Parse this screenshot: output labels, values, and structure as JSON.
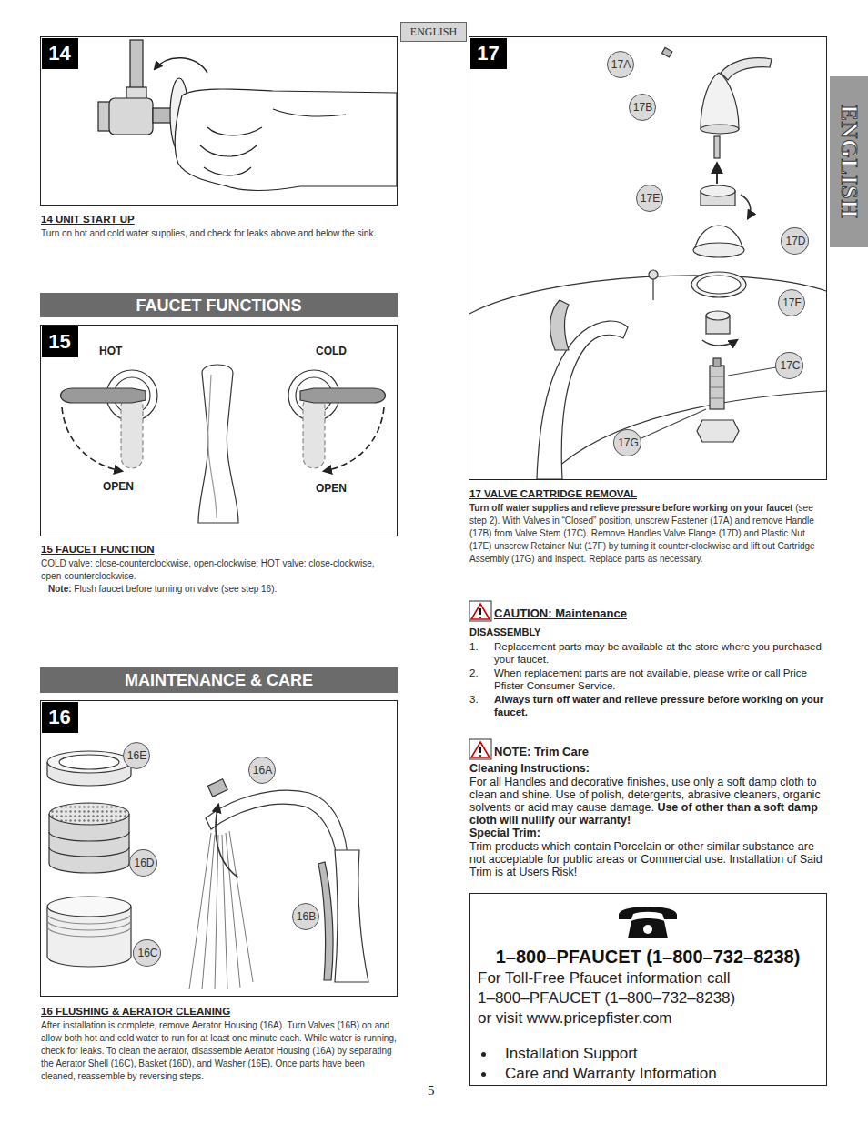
{
  "diagram": {
    "nodes": [
      {
        "text": [
          "ENGLISH"
        ]
      },
      {
        "text": [
          "ENGLISH"
        ]
      },
      {
        "text": [
          "14 UNIT START UP",
          "Turn on hot and cold water supplies, and check for leaks above and below the sink."
        ]
      },
      {
        "text": [
          "14"
        ],
        "in": 2
      },
      {
        "text": [
          "FAUCET FUNCTIONS"
        ]
      },
      {
        "text": [
          "HOT",
          "COLD",
          "OPEN",
          "OPEN",
          "15 FAUCET FUNCTION",
          "COLD valve: close-counterclockwise, open-clockwise; HOT valve: close-clockwise, open-counterclockwise.",
          "Note:",
          "Flush faucet before turning on valve (see step 16)."
        ]
      },
      {
        "text": [
          "15"
        ],
        "in": 5
      },
      {
        "text": [
          "MAINTENANCE & CARE"
        ]
      },
      {
        "text": [
          "16 FLUSHING & AERATOR CLEANING",
          "After installation is complete, remove Aerator Housing (16A). Turn Valves (16B) on and allow both hot and cold water to run for at least one minute each. While water is running, check for leaks. To clean the aerator, disassemble Aerator Housing (16A) by separating the Aerator Shell (16C), Basket (16D), and Washer (16E). Once parts have been cleaned, reassemble by reversing steps."
        ]
      },
      {
        "text": [
          "16"
        ],
        "in": 8
      },
      {
        "text": [
          "16E"
        ],
        "in": 8
      },
      {
        "text": [
          "16A"
        ],
        "in": 8
      },
      {
        "text": [
          "16D"
        ],
        "in": 8
      },
      {
        "text": [
          "16B"
        ],
        "in": 8
      },
      {
        "text": [
          "16C"
        ],
        "in": 8
      },
      {
        "text": [
          "17 VALVE CARTRIDGE REMOVAL",
          "Turn off water supplies and relieve pressure before working on your faucet",
          "(see step 2). With Valves in “Closed” position, unscrew Fastener (17A) and remove Handle (17B) from Valve Stem (17C). Remove Handles Valve Flange (17D) and Plastic Nut (17E) unscrew Retainer Nut (17F) by turning it counter-clockwise and lift out Cartridge Assembly (17G) and inspect. Replace parts as necessary."
        ]
      },
      {
        "text": [
          "17"
        ],
        "in": 15
      },
      {
        "text": [
          "17A"
        ],
        "in": 15
      },
      {
        "text": [
          "17B"
        ],
        "in": 15
      },
      {
        "text": [
          "17E"
        ],
        "in": 15
      },
      {
        "text": [
          "17D"
        ],
        "in": 15
      },
      {
        "text": [
          "17F"
        ],
        "in": 15
      },
      {
        "text": [
          "17C"
        ],
        "in": 15
      },
      {
        "text": [
          "17G"
        ],
        "in": 15
      },
      {
        "text": [
          "1–800–PFAUCET (1–800–732–8238)",
          "For Toll-Free Pfaucet information call",
          "1–800–PFAUCET (1–800–732–8238)",
          "or visit www.pricepfister.com",
          "Installation Support",
          "Care and Warranty Information"
        ]
      }
    ],
    "labels": [
      "5",
      "CAUTION: Maintenance",
      "DISASSEMBLY",
      "1.",
      "Replacement parts may be available at the store where you purchased your faucet.",
      "2.",
      "When replacement parts are not available, please write or call Price Pfister Consumer Service.",
      "3.",
      "Always turn off water and relieve pressure before working on your faucet.",
      "NOTE: Trim Care",
      "Cleaning Instructions:",
      "For all Handles and decorative finishes, use only a soft damp cloth to clean and shine. Use of polish, detergents, abrasive cleaners, organic solvents or acid may cause damage.",
      "Use of other than a soft damp cloth will nullify our warranty!",
      "Special Trim:",
      "Trim products which contain Porcelain or other similar substance are not acceptable for public areas or Commercial use. Installation of Said Trim is at Users Risk!"
    ]
  }
}
